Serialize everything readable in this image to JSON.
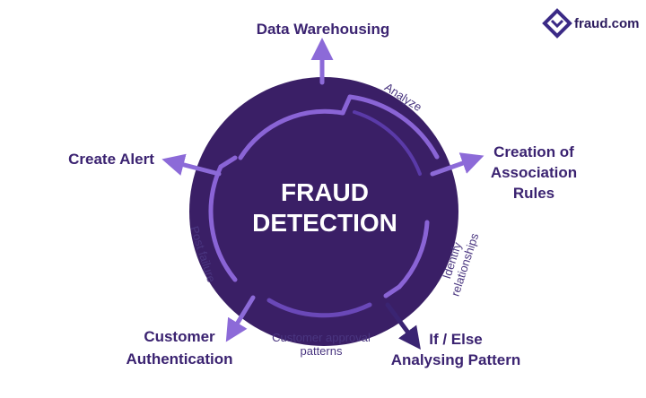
{
  "brand": {
    "logo_text": "fraud.com",
    "logo_icon": "diamond-arrows-icon",
    "color": "#3b2a86"
  },
  "colors": {
    "circle": "#3a1f66",
    "ring_light": "#8a64d6",
    "ring_dark": "#5a3aa8",
    "arrow_light": "#8c6ad8",
    "arrow_dark": "#3a2472",
    "text": "#3b2371"
  },
  "center": {
    "line1": "FRAUD",
    "line2": "DETECTION"
  },
  "nodes": {
    "data_warehousing": "Data Warehousing",
    "creation_rules": [
      "Creation of",
      "Association",
      "Rules"
    ],
    "if_else": [
      "If / Else",
      "Analysing Pattern"
    ],
    "customer_auth": [
      "Customer",
      "Authentication"
    ],
    "create_alert": "Create Alert"
  },
  "edges": {
    "analyze": "Analyze",
    "identify": [
      "Identify",
      "relationships"
    ],
    "customer_approval": [
      "Customer approval",
      "patterns"
    ],
    "post_failure": "Post failure"
  }
}
